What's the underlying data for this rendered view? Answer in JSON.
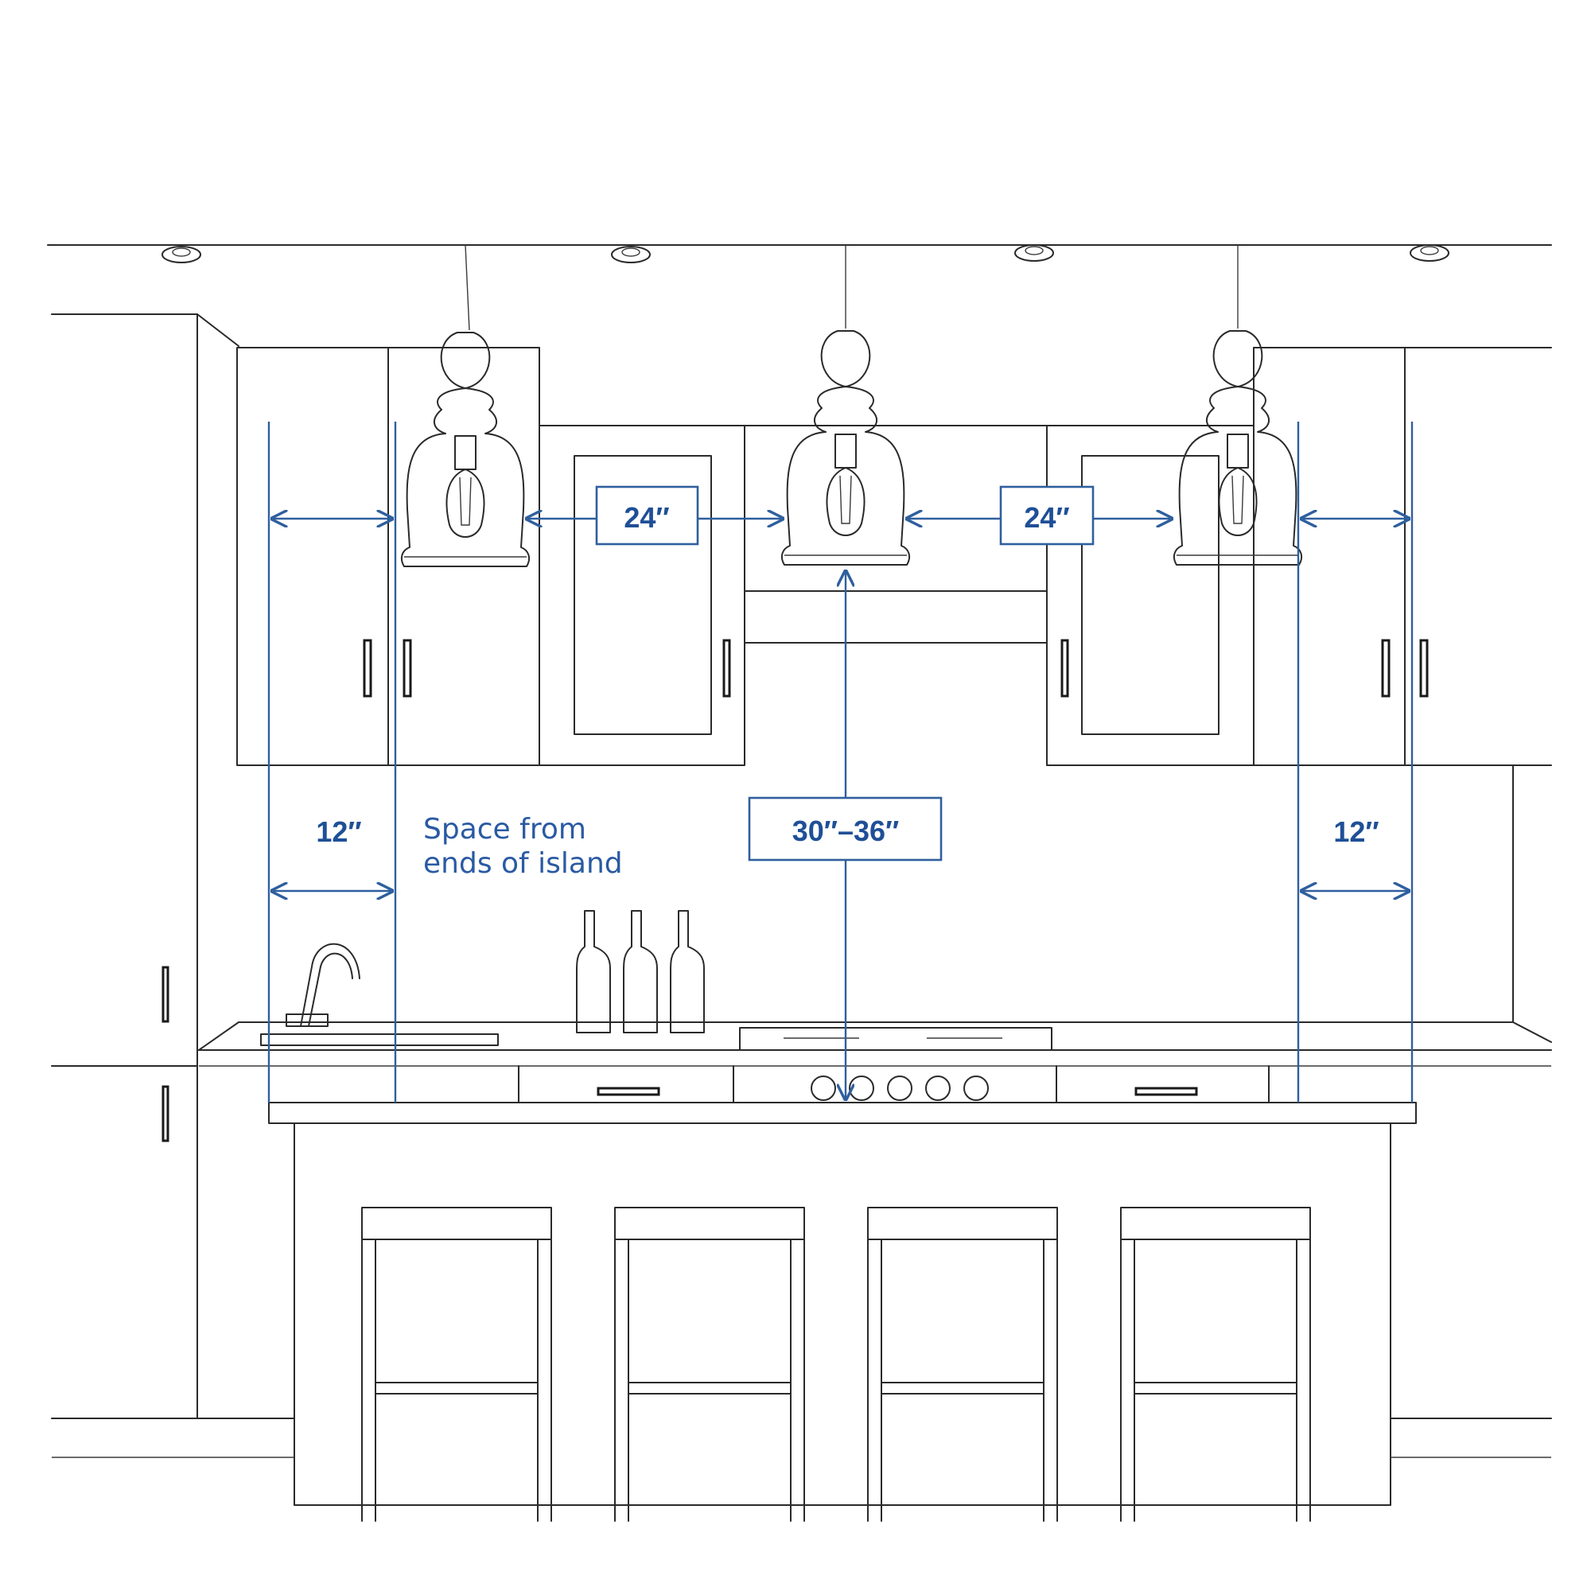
{
  "dimensions": {
    "spacing_left": "24″",
    "spacing_right": "24″",
    "height_range": "30″–36″",
    "end_left": "12″",
    "end_right": "12″"
  },
  "note": {
    "line1": "Space from",
    "line2": "ends of island"
  },
  "colors": {
    "dimension_blue": "#2f5f9e",
    "sketch_line": "#2a2a2a"
  }
}
